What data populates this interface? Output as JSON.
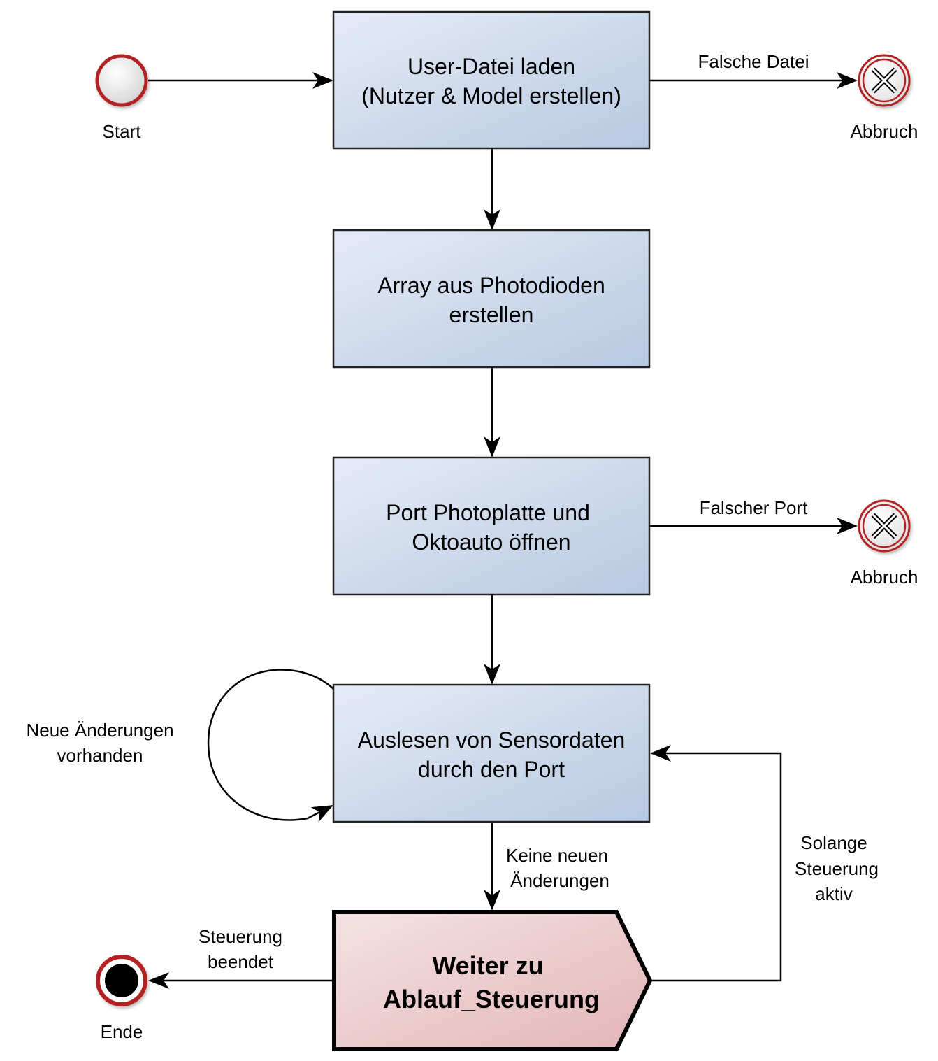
{
  "diagram": {
    "nodes": {
      "start": {
        "label": "Start",
        "type": "start-event"
      },
      "load_user_file": {
        "line1": "User-Datei laden",
        "line2": "(Nutzer & Model erstellen)",
        "type": "task"
      },
      "create_array": {
        "line1": "Array aus Photodioden",
        "line2": "erstellen",
        "type": "task"
      },
      "open_port": {
        "line1": "Port Photoplatte und",
        "line2": "Oktoauto öffnen",
        "type": "task"
      },
      "read_sensor": {
        "line1": "Auslesen von Sensordaten",
        "line2": "durch den Port",
        "type": "task"
      },
      "next_control": {
        "line1": "Weiter zu",
        "line2": "Ablauf_Steuerung",
        "type": "link-event"
      },
      "abort_1": {
        "label": "Abbruch",
        "type": "cancel-end-event"
      },
      "abort_2": {
        "label": "Abbruch",
        "type": "cancel-end-event"
      },
      "end": {
        "label": "Ende",
        "type": "end-event"
      }
    },
    "edges": {
      "wrong_file": {
        "label": "Falsche Datei",
        "from": "load_user_file",
        "to": "abort_1"
      },
      "wrong_port": {
        "label": "Falscher Port",
        "from": "open_port",
        "to": "abort_2"
      },
      "new_changes": {
        "line1": "Neue Änderungen",
        "line2": "vorhanden",
        "from": "read_sensor",
        "to": "read_sensor"
      },
      "no_new_changes": {
        "line1": "Keine neuen",
        "line2": "Änderungen",
        "from": "read_sensor",
        "to": "next_control"
      },
      "control_ended": {
        "line1": "Steuerung",
        "line2": "beendet",
        "from": "next_control",
        "to": "end"
      },
      "while_active": {
        "line1": "Solange",
        "line2": "Steuerung",
        "line3": "aktiv",
        "from": "next_control",
        "to": "read_sensor"
      }
    },
    "colors": {
      "task_fill_light": "#e6ecf6",
      "task_fill_dark": "#b7c9e2",
      "final_fill_light": "#f5e3e4",
      "final_fill_dark": "#e2b5b7",
      "event_ring": "#b22222",
      "line": "#000000"
    }
  }
}
